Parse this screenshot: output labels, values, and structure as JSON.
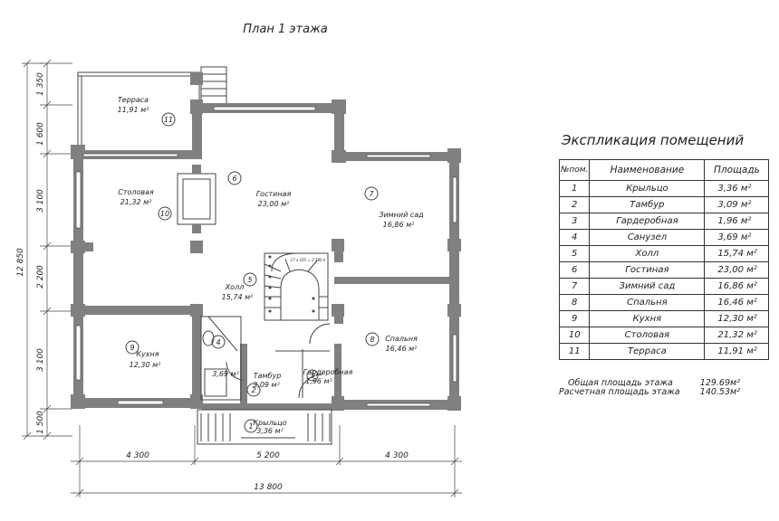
{
  "plan_title": "План 1 этажа",
  "rooms": [
    {
      "id": "room-terrace",
      "name": "Терраса",
      "area": "11,91 м²",
      "num": "11"
    },
    {
      "id": "room-living",
      "name": "Гостиная",
      "area": "23,00 м²",
      "num": "6"
    },
    {
      "id": "room-garden",
      "name": "Зимний сад",
      "area": "16,86 м²",
      "num": "7"
    },
    {
      "id": "room-dining",
      "name": "Столовая",
      "area": "21,32 м²",
      "num": "10"
    },
    {
      "id": "room-hall",
      "name": "Холл",
      "area": "15,74 м²",
      "num": "5"
    },
    {
      "id": "room-bedroom",
      "name": "Спальня",
      "area": "16,46 м²",
      "num": "8"
    },
    {
      "id": "room-kitchen",
      "name": "Кухня",
      "area": "12,30 м²",
      "num": "9"
    },
    {
      "id": "room-bathroom",
      "name": "",
      "area": "3,69 м²",
      "num": "4"
    },
    {
      "id": "room-vestibule",
      "name": "Тамбур",
      "area": "3,09 м²",
      "num": "2"
    },
    {
      "id": "room-wardrobe",
      "name": "Гардеробная",
      "area": "1,96 м²",
      "num": "3"
    },
    {
      "id": "room-porch",
      "name": "Крыльцо",
      "area": "3,36 м²",
      "num": "1"
    }
  ],
  "stair_note": "17 x 165 = 2 780 h",
  "dims_left": [
    "1 350",
    "1 600",
    "3 100",
    "2 200",
    "3 100",
    "1 500"
  ],
  "dim_total_left": "12 850",
  "dims_bottom": [
    "4 300",
    "5 200",
    "4 300"
  ],
  "dim_total_bottom": "13 800",
  "explication": {
    "title": "Экспликация помещений",
    "headers": [
      "№пом.",
      "Наименование",
      "Площадь"
    ],
    "rows": [
      [
        "1",
        "Крыльцо",
        "3,36 м²"
      ],
      [
        "2",
        "Тамбур",
        "3,09 м²"
      ],
      [
        "3",
        "Гардеробная",
        "1,96 м²"
      ],
      [
        "4",
        "Санузел",
        "3,69 м²"
      ],
      [
        "5",
        "Холл",
        "15,74 м²"
      ],
      [
        "6",
        "Гостиная",
        "23,00 м²"
      ],
      [
        "7",
        "Зимний сад",
        "16,86 м²"
      ],
      [
        "8",
        "Спальня",
        "16,46 м²"
      ],
      [
        "9",
        "Кухня",
        "12,30 м²"
      ],
      [
        "10",
        "Столовая",
        "21,32 м²"
      ],
      [
        "11",
        "Терраса",
        "11,91 м²"
      ]
    ],
    "total_label": "Общая площадь этажа",
    "total_value": "129.69м²",
    "calc_label": "Расчетная площадь этажа",
    "calc_value": "140.53м²"
  }
}
